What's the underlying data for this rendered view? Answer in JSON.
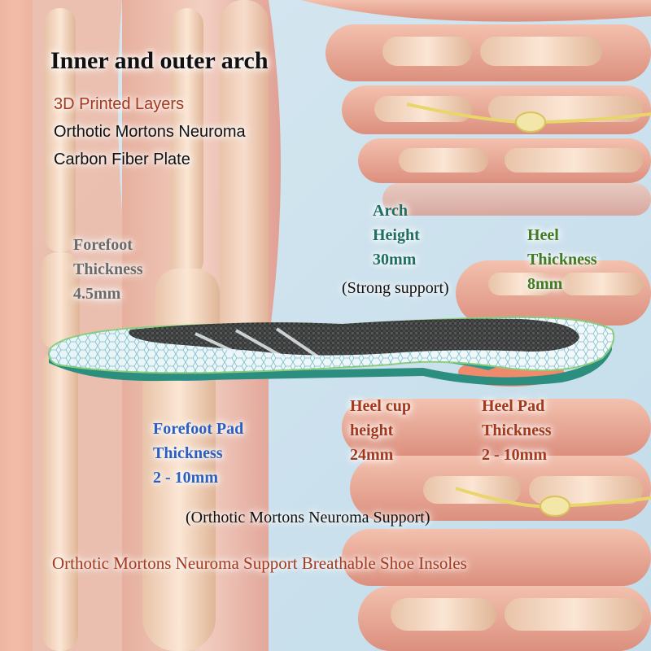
{
  "title": "Inner and outer arch",
  "features": [
    "3D Printed Layers",
    "Orthotic Mortons Neuroma",
    "Carbon Fiber Plate"
  ],
  "labels": {
    "forefoot_thickness": [
      "Forefoot",
      "Thickness",
      "4.5mm"
    ],
    "arch_height": [
      "Arch",
      "Height",
      "30mm"
    ],
    "heel_thickness": [
      "Heel",
      "Thickness",
      "8mm"
    ],
    "arch_support": "(Strong support)",
    "heel_cup": [
      "Heel cup",
      "height",
      "24mm"
    ],
    "heel_pad": [
      "Heel Pad",
      "Thickness",
      "2 - 10mm"
    ],
    "forefoot_pad": [
      "Forefoot Pad",
      "Thickness",
      "2 - 10mm"
    ]
  },
  "neuroma_support": "(Orthotic Mortons Neuroma Support)",
  "bottom_caption": "Orthotic Mortons Neuroma Support Breathable Shoe Insoles",
  "colors": {
    "accent_red": "#a5391e",
    "gray": "#6b6b6b",
    "teal": "#1f6e62",
    "green": "#3f7c24",
    "blue": "#2b5fc2",
    "title": "#111111"
  }
}
